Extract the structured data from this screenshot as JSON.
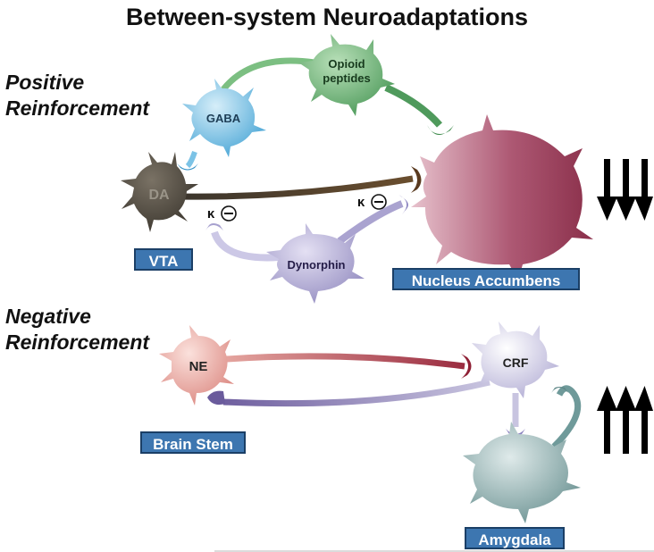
{
  "title": "Between-system Neuroadaptations",
  "sections": {
    "positive": [
      "Positive",
      "Reinforcement"
    ],
    "negative": [
      "Negative",
      "Reinforcement"
    ]
  },
  "neurons": {
    "da": "DA",
    "gaba": "GABA",
    "opioid": [
      "Opioid",
      "peptides"
    ],
    "dynorphin": "Dynorphin",
    "ne": "NE",
    "crf": "CRF"
  },
  "regions": {
    "vta": "VTA",
    "nucleus_accumbens": "Nucleus Accumbens",
    "brain_stem": "Brain Stem",
    "amygdala": "Amygdala"
  },
  "kappa_labels": [
    "κ",
    "κ"
  ],
  "arrows": {
    "top": "down",
    "bottom": "up"
  },
  "colors": {
    "da": "#4a443c",
    "gaba": "#5fb3dc",
    "opioid": "#64a86c",
    "dynorphin": "#a9a3cf",
    "accumbens": "#a0405c",
    "ne": "#e39a94",
    "crf": "#c8c4e0",
    "amygdala": "#7fa3a3",
    "region_box": "#3d76b0"
  }
}
